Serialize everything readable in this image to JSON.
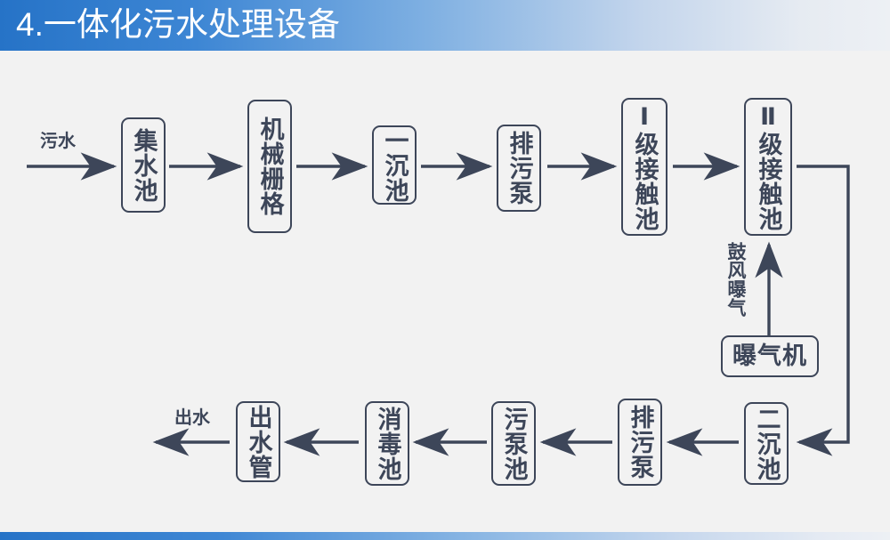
{
  "header": {
    "title": "4.一体化污水处理设备",
    "accent_color": "#2673c7",
    "gradient_end_color": "#edf0f4"
  },
  "footer": {
    "accent_color": "#2673c7"
  },
  "canvas": {
    "background_color": "#f2f2f2",
    "ink_color": "#3d4659"
  },
  "diagram": {
    "type": "process-flow",
    "captions": [
      {
        "id": "influent",
        "text": "污水"
      },
      {
        "id": "blower-aeration",
        "text": "鼓风曝气"
      },
      {
        "id": "effluent",
        "text": "出水"
      }
    ],
    "nodes": [
      {
        "id": "collection-tank",
        "label": "集水池"
      },
      {
        "id": "mechanical-grating",
        "label": "机械栅格"
      },
      {
        "id": "primary-settling",
        "label": "一沉池"
      },
      {
        "id": "sewage-pump-top",
        "label": "排污泵"
      },
      {
        "id": "contact-tank-1",
        "label": "Ⅰ级接触池"
      },
      {
        "id": "contact-tank-2",
        "label": "Ⅱ级接触池"
      },
      {
        "id": "aerator",
        "label": "曝气机"
      },
      {
        "id": "secondary-settling",
        "label": "二沉池"
      },
      {
        "id": "sewage-pump-bottom",
        "label": "排污泵"
      },
      {
        "id": "sludge-pump-tank",
        "label": "污泵池"
      },
      {
        "id": "disinfection-tank",
        "label": "消毒池"
      },
      {
        "id": "outlet-pipe",
        "label": "出水管"
      }
    ],
    "flow_sequence": [
      "污水",
      "集水池",
      "机械栅格",
      "一沉池",
      "排污泵",
      "Ⅰ级接触池",
      "Ⅱ级接触池",
      "二沉池",
      "排污泵",
      "污泵池",
      "消毒池",
      "出水管",
      "出水"
    ],
    "auxiliary_flow": [
      {
        "from": "曝气机",
        "to": "Ⅱ级接触池",
        "label": "鼓风曝气"
      }
    ]
  }
}
